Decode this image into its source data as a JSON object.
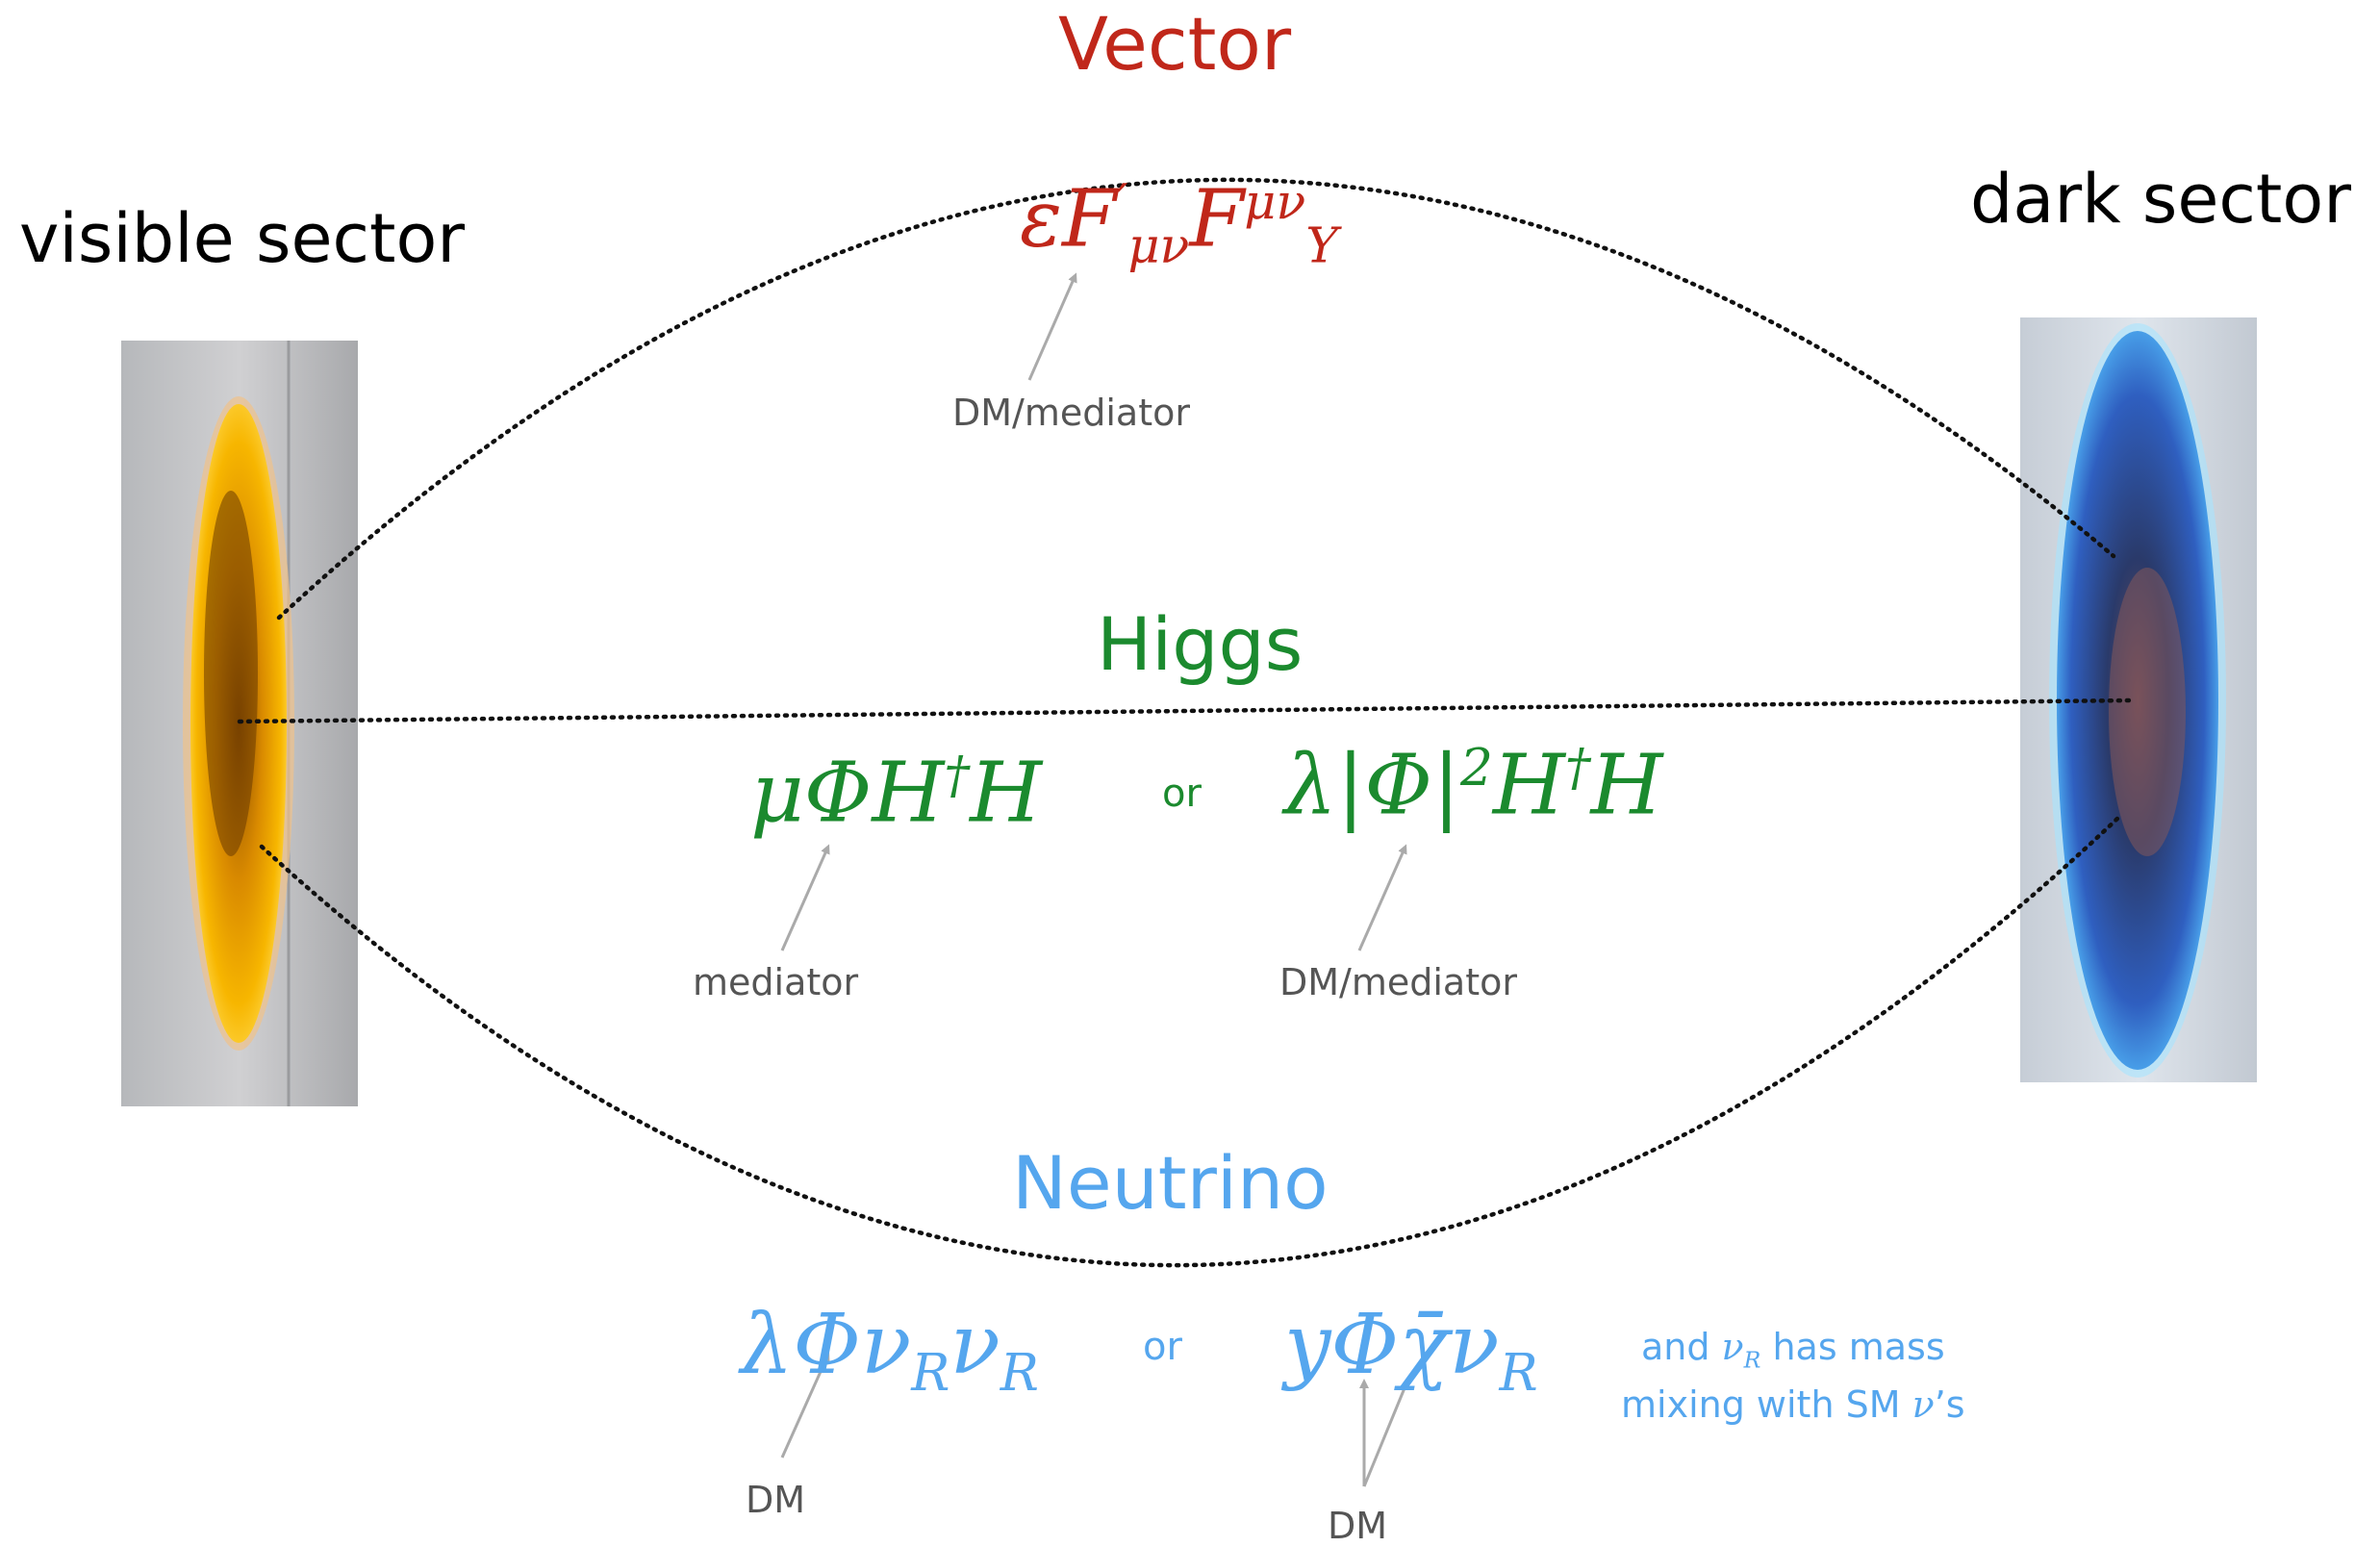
{
  "colors": {
    "vector": "#c0271a",
    "higgs": "#1b8a2e",
    "neutrino": "#55a6ee",
    "annotation": "#555555",
    "arrow": "#aaaaaa",
    "visible_portal": "#f4a200",
    "dark_portal": "#3aa8ff"
  },
  "sectors": {
    "visible": "visible sector",
    "dark": "dark sector"
  },
  "portals": {
    "vector": {
      "title": "Vector",
      "formula": {
        "prefix": "εF",
        "sub1": "μν",
        "prime": "′",
        "mid": "F",
        "sup2": "μν",
        "sub2": "Y"
      },
      "note": "DM/mediator"
    },
    "higgs": {
      "title": "Higgs",
      "formula1": {
        "text": "μΦH",
        "dagger": "†",
        "tail": "H"
      },
      "connector": "or",
      "formula2": {
        "text": "λ|Φ|",
        "power": "2",
        "mid": "H",
        "dagger": "†",
        "tail": "H"
      },
      "note1": "mediator",
      "note2": "DM/mediator"
    },
    "neutrino": {
      "title": "Neutrino",
      "formula1": {
        "a": "λΦν",
        "sub_a": "R",
        "b": "ν",
        "sub_b": "R"
      },
      "connector": "or",
      "formula2": {
        "a": "yΦχ̄ν",
        "sub_a": "R"
      },
      "side_note": {
        "line1_pre": "and ",
        "nu": "ν",
        "nu_sub": "R",
        "line1_post": " has mass",
        "line2_pre": "mixing with SM ",
        "nu2": "ν",
        "line2_post": "’s"
      },
      "note1": "DM",
      "note2": "DM"
    }
  }
}
